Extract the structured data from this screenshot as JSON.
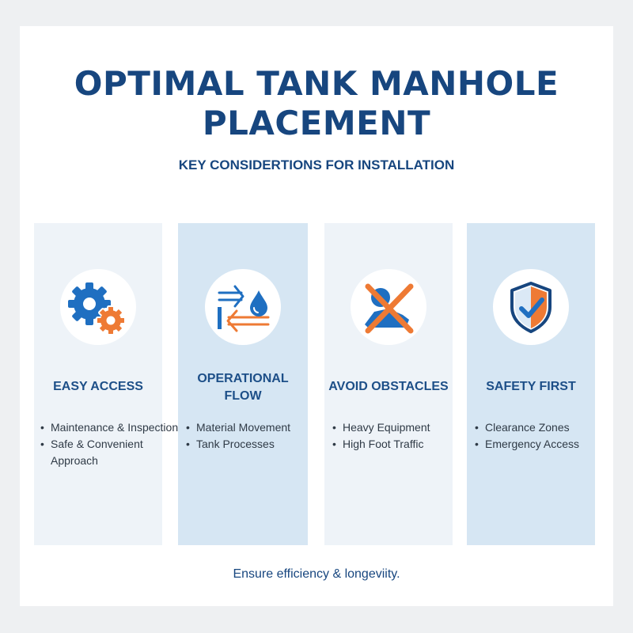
{
  "header": {
    "title_line1": "OPTIMAL TANK MANHOLE",
    "title_line2": "PLACEMENT",
    "subtitle": "KEY CONSIDERTIONS FOR INSTALLATION"
  },
  "cards": [
    {
      "icon": "gears-icon",
      "title": "EASY ACCESS",
      "bullets": [
        "Maintenance & Inspection",
        "Safe & Convenient Approach"
      ]
    },
    {
      "icon": "flow-arrows-water-drop-icon",
      "title": "OPERATIONAL FLOW",
      "bullets": [
        "Material Movement",
        "Tank Processes"
      ]
    },
    {
      "icon": "crossed-out-obstacle-icon",
      "title": "AVOID OBSTACLES",
      "bullets": [
        "Heavy Equipment",
        "High Foot Traffic"
      ]
    },
    {
      "icon": "shield-check-icon",
      "title": "SAFETY FIRST",
      "bullets": [
        "Clearance Zones",
        "Emergency Access"
      ]
    }
  ],
  "footer": {
    "text": "Ensure efficiency & longeviity."
  },
  "colors": {
    "primary_blue": "#17467f",
    "icon_blue": "#1f6fc1",
    "accent_orange": "#ee7a34",
    "card_light": "#eef3f8",
    "card_blue": "#d6e6f3"
  }
}
